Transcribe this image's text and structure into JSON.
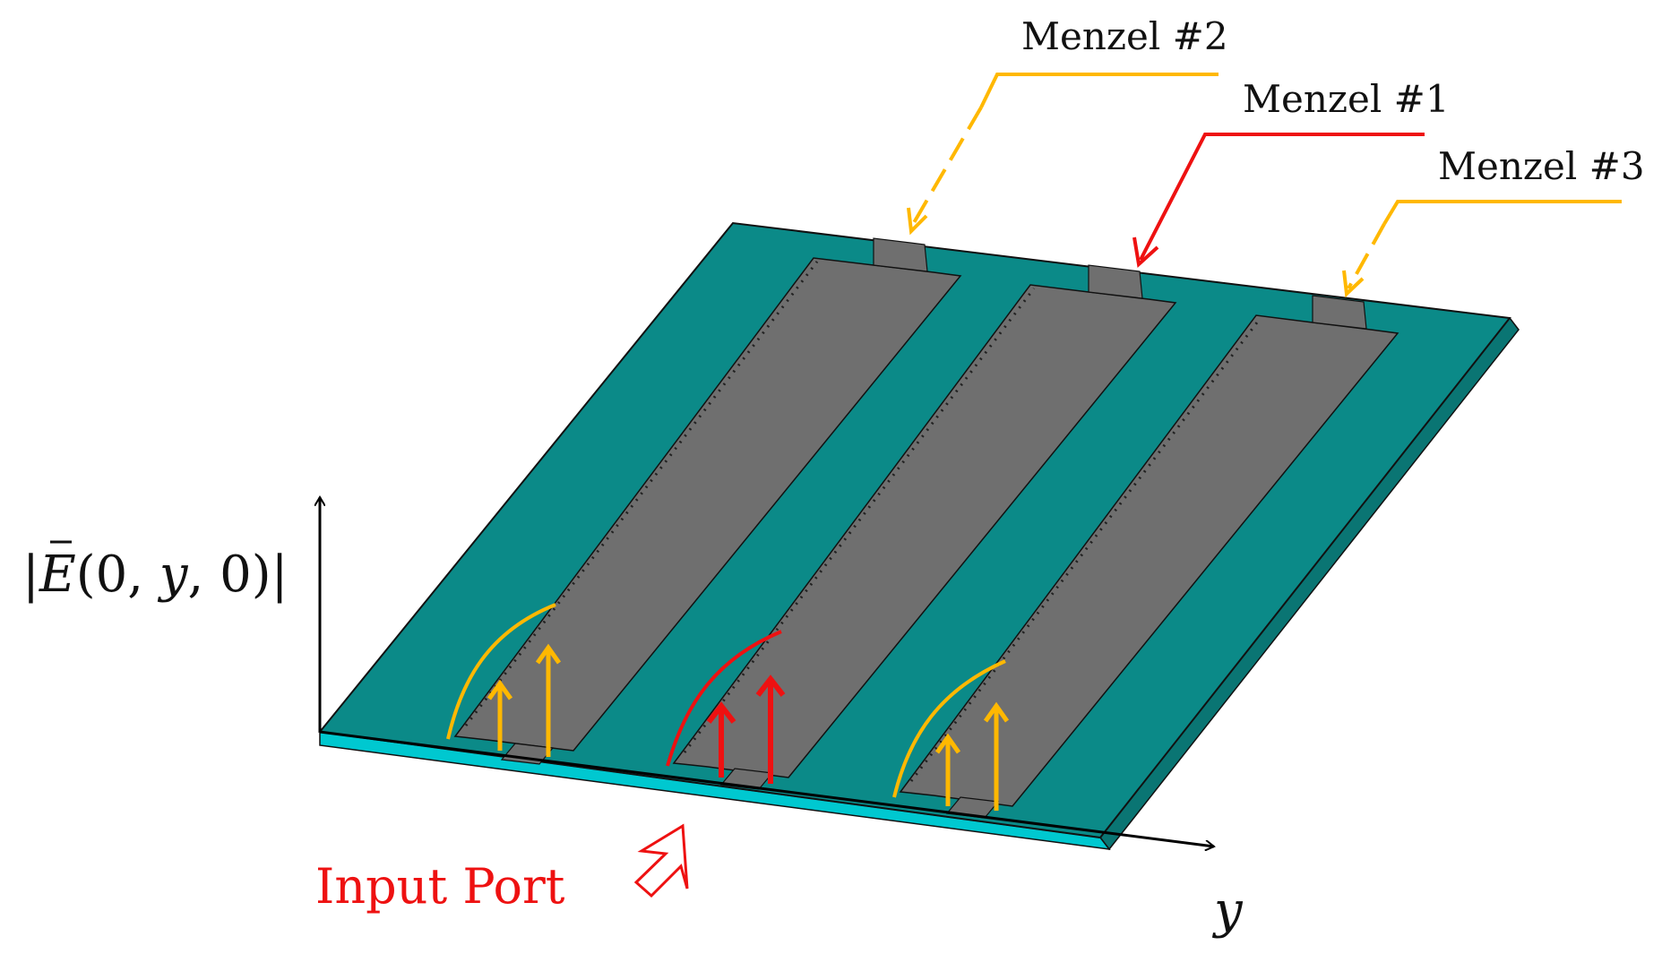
{
  "labels": {
    "menzel_1": "Menzel #1",
    "menzel_2": "Menzel #2",
    "menzel_3": "Menzel #3",
    "input_port": "Input Port",
    "y_axis": "y",
    "e_axis_open": "|",
    "e_axis_E": "E",
    "e_axis_args": "(0, ",
    "e_axis_y": "y",
    "e_axis_close": ", 0)|"
  },
  "colors": {
    "substrate_top": "#0b8a88",
    "substrate_edge": "#00c8d0",
    "substrate_side": "#0a7573",
    "patch": "#6f6f6f",
    "outline": "#1a1a1a",
    "center_menzel": "#ee1111",
    "side_menzel": "#ffb800",
    "axis": "#000000",
    "input_port_text": "#ee1111"
  },
  "icons": {
    "input_port_arrow": "hollow-arrow-icon",
    "axis_arrows": "arrowhead-icon"
  }
}
